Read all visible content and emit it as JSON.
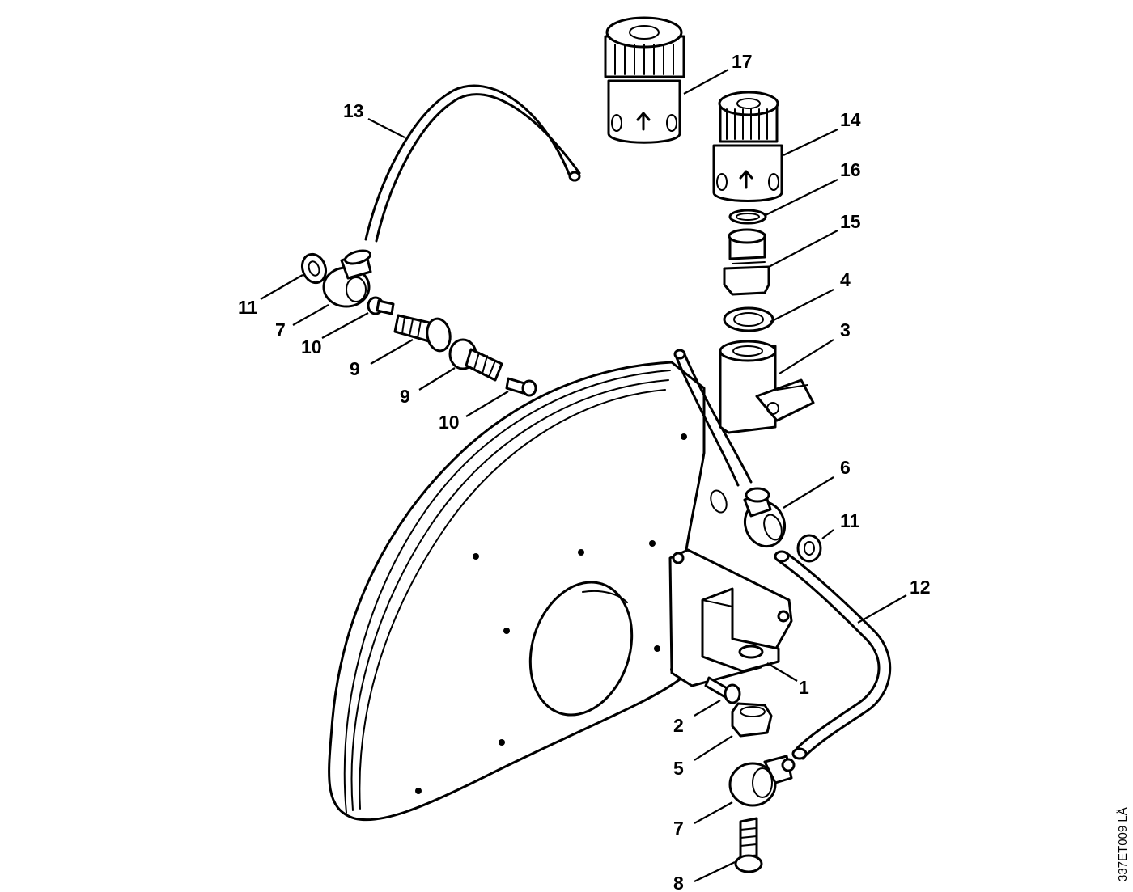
{
  "drawing_code": "337ET009 LÄ",
  "callouts": [
    {
      "id": "c1",
      "label": "1"
    },
    {
      "id": "c2",
      "label": "2"
    },
    {
      "id": "c3",
      "label": "3"
    },
    {
      "id": "c4",
      "label": "4"
    },
    {
      "id": "c5",
      "label": "5"
    },
    {
      "id": "c6",
      "label": "6"
    },
    {
      "id": "c7a",
      "label": "7"
    },
    {
      "id": "c7b",
      "label": "7"
    },
    {
      "id": "c8",
      "label": "8"
    },
    {
      "id": "c9a",
      "label": "9"
    },
    {
      "id": "c9b",
      "label": "9"
    },
    {
      "id": "c10a",
      "label": "10"
    },
    {
      "id": "c10b",
      "label": "10"
    },
    {
      "id": "c11a",
      "label": "11"
    },
    {
      "id": "c11b",
      "label": "11"
    },
    {
      "id": "c12",
      "label": "12"
    },
    {
      "id": "c13",
      "label": "13"
    },
    {
      "id": "c14",
      "label": "14"
    },
    {
      "id": "c15",
      "label": "15"
    },
    {
      "id": "c16",
      "label": "16"
    },
    {
      "id": "c17",
      "label": "17"
    }
  ]
}
